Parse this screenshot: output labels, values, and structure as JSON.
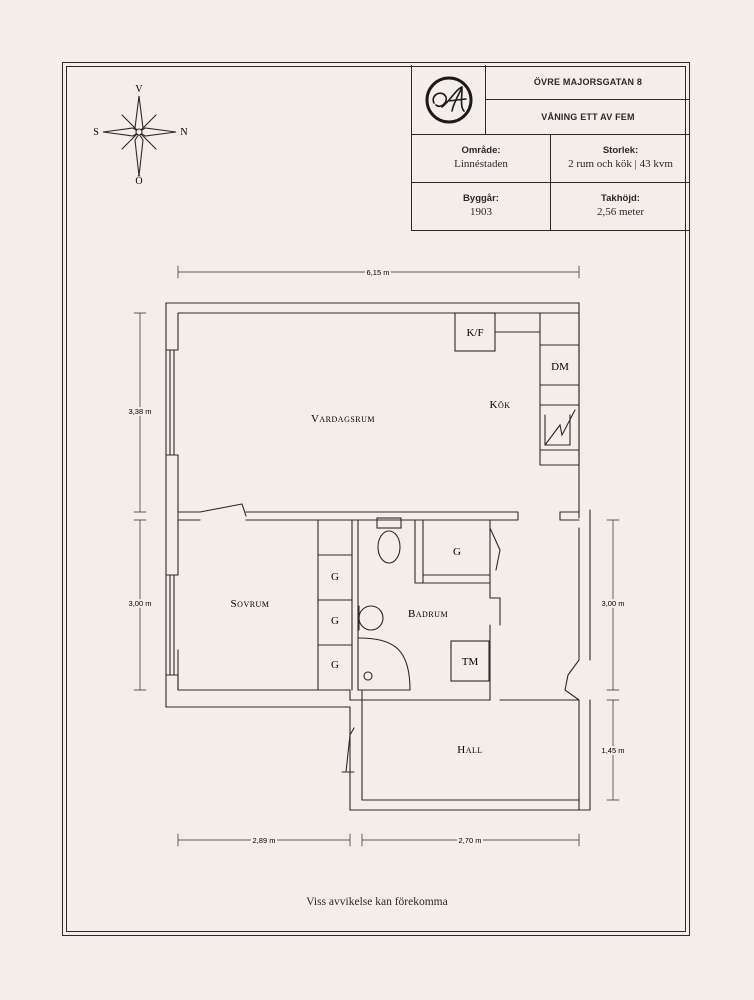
{
  "header": {
    "address": "ÖVRE MAJORSGATAN 8",
    "floor": "VÅNING ETT AV FEM"
  },
  "details": {
    "area_label": "Område:",
    "area_value": "Linnéstaden",
    "size_label": "Storlek:",
    "size_value": "2 rum och kök | 43 kvm",
    "built_label": "Byggår:",
    "built_value": "1903",
    "ceiling_label": "Takhöjd:",
    "ceiling_value": "2,56 meter"
  },
  "compass": {
    "north": "N",
    "south": "S",
    "east": "Ö",
    "west": "V"
  },
  "rooms": {
    "living": "Vardagsrum",
    "kitchen": "Kök",
    "bedroom": "Sovrum",
    "bathroom": "Badrum",
    "hall": "Hall"
  },
  "fixtures": {
    "fridge": "K/F",
    "dishwasher": "DM",
    "closet": "G",
    "washer": "TM"
  },
  "dimensions": {
    "total_width": "6,15 m",
    "living_height": "3,38 m",
    "bedroom_height": "3,00 m",
    "right_middle_height": "3,00 m",
    "hall_height": "1,45 m",
    "bottom_left_width": "2,89 m",
    "bottom_right_width": "2,70 m"
  },
  "footer": {
    "disclaimer": "Viss avvikelse kan förekomma"
  },
  "colors": {
    "background": "#f4ede9",
    "ink": "#2a2a2a"
  },
  "logo_icon": "monogram-logo-icon"
}
